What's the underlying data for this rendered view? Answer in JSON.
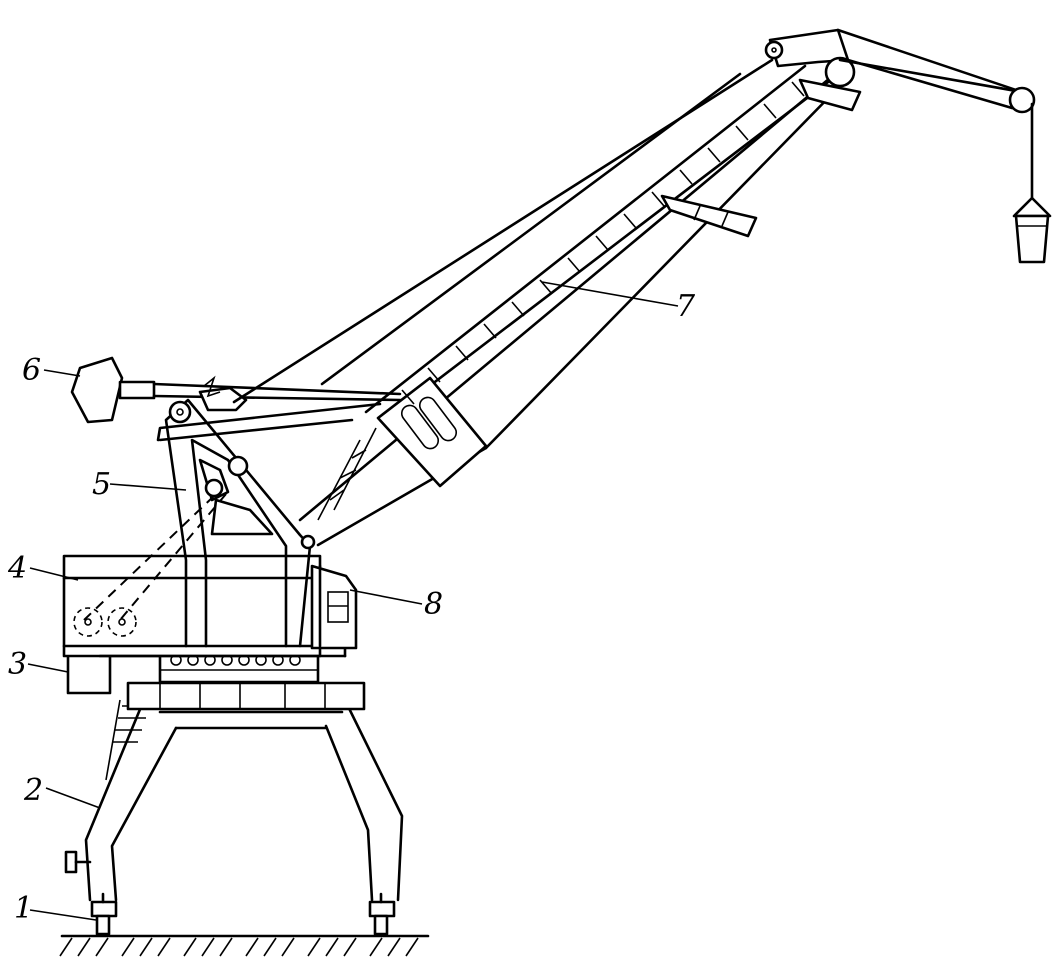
{
  "figure": {
    "callouts": [
      {
        "id": "1",
        "text": "1",
        "part": "rail-wheel-bogie"
      },
      {
        "id": "2",
        "text": "2",
        "part": "portal-leg"
      },
      {
        "id": "3",
        "text": "3",
        "part": "counterweight"
      },
      {
        "id": "4",
        "text": "4",
        "part": "rotating-platform"
      },
      {
        "id": "5",
        "text": "5",
        "part": "tower-frame"
      },
      {
        "id": "6",
        "text": "6",
        "part": "boom-balance-counterweight"
      },
      {
        "id": "7",
        "text": "7",
        "part": "lattice-boom"
      },
      {
        "id": "8",
        "text": "8",
        "part": "operator-cabin"
      }
    ]
  }
}
